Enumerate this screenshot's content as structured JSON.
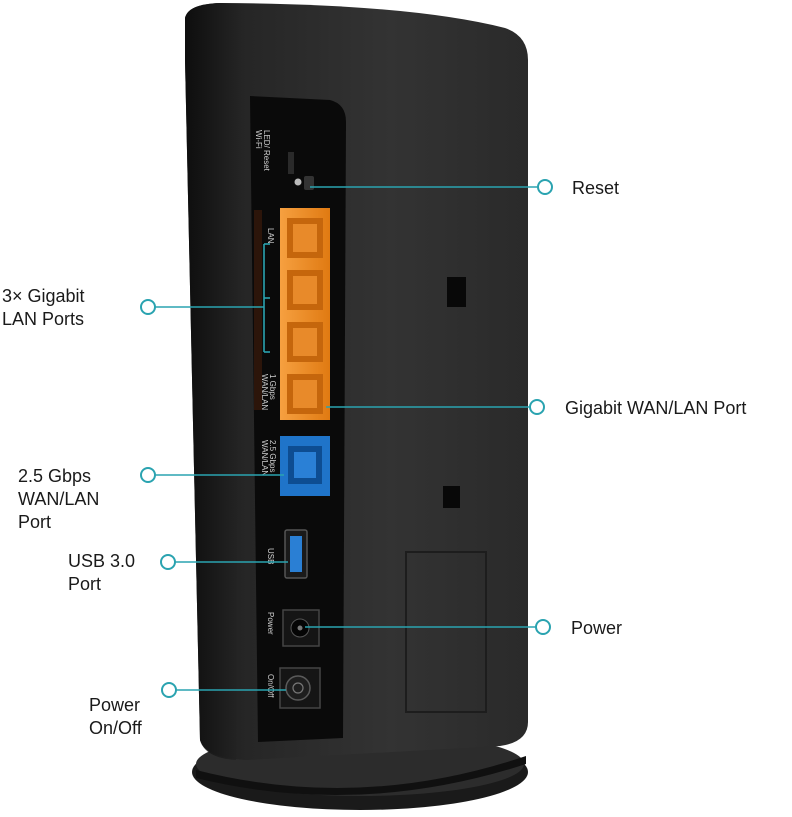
{
  "colors": {
    "callout": "#2aa3b0",
    "body": "#2b2b2b",
    "lan_port": "#f08a1e",
    "wan_2_5": "#1f74c9",
    "usb": "#2a7fd4"
  },
  "callouts": {
    "reset": "Reset",
    "lan_ports": [
      "3× Gigabit",
      "LAN Ports"
    ],
    "gigabit_wan_lan": "Gigabit WAN/LAN Port",
    "wan_2_5": [
      "2.5 Gbps",
      "WAN/LAN",
      "Port"
    ],
    "usb": [
      "USB 3.0",
      "Port"
    ],
    "power": "Power",
    "power_on_off": [
      "Power",
      "On/Off"
    ]
  },
  "panel_labels": {
    "led_reset": [
      "LED/ Reset",
      "Wi-Fi"
    ],
    "lan": "LAN",
    "wan_1g": [
      "1 Gbps",
      "WAN/LAN"
    ],
    "wan_2_5g": [
      "2.5 Gbps",
      "WAN/LAN"
    ],
    "usb": "USB",
    "power": "Power",
    "on_off": "On/Off"
  }
}
